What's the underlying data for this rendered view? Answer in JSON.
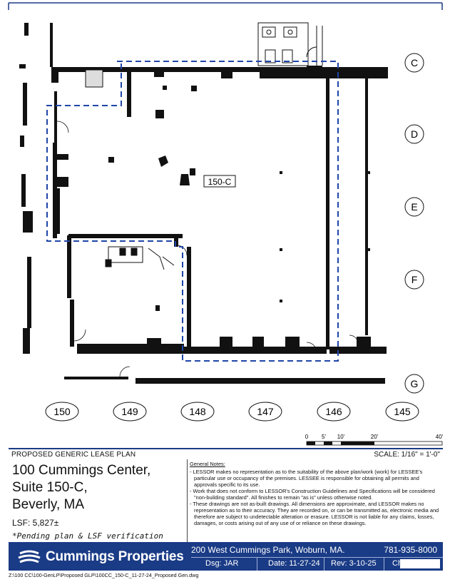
{
  "plan": {
    "suite_label": "150-C",
    "row_labels": [
      "C",
      "D",
      "E",
      "F",
      "G"
    ],
    "column_labels": [
      "150",
      "149",
      "148",
      "147",
      "146",
      "145"
    ],
    "scale_bar_labels": [
      "0",
      "5'",
      "10'",
      "20'",
      "40'"
    ]
  },
  "header": {
    "left": "PROPOSED GENERIC LEASE PLAN",
    "right": "SCALE: 1/16\" = 1'-0\""
  },
  "property": {
    "address_line1": "100 Cummings Center,",
    "address_line2": "Suite 150-C,",
    "address_line3": "Beverly, MA",
    "lsf": "LSF: 5,827±",
    "pending": "*Pending plan & LSF verification"
  },
  "notes": {
    "title": "General Notes:",
    "items": [
      "- LESSOR makes no representation as to the suitability of the above plan/work (work) for LESSEE's particular use or occupancy of the premises. LESSEE is responsible for obtaining all permits and approvals specific to its use.",
      "- Work that does not conform to LESSOR's Construction Guidelines and Specifications will be considered \"non-building standard\". All finishes to remain \"as is\" unless otherwise noted.",
      "- These drawings are not as-built drawings. All dimensions are approximate, and LESSOR makes no representation as to their accuracy. They are recorded on, or can be transmitted as, electronic media and therefore are subject to undetectable alteration or erasure. LESSOR is not liable for any claims, losses, damages, or costs arising out of any use of or reliance on these drawings."
    ]
  },
  "footer": {
    "brand": "Cummings Properties",
    "address": "200 West Cummings Park, Woburn, MA.",
    "phone": "781-935-8000",
    "dsg": "Dsg: JAR",
    "date": "Date: 11-27-24",
    "rev": "Rev: 3-10-25",
    "chk": "Chk:"
  },
  "file_path": "Z:\\100 CC\\100-GenLP\\Proposed GLP\\100CC_150-C_11-27-24_Proposed Gen.dwg",
  "colors": {
    "brand_blue": "#1a3b86",
    "suite_outline": "#1f45a8"
  }
}
